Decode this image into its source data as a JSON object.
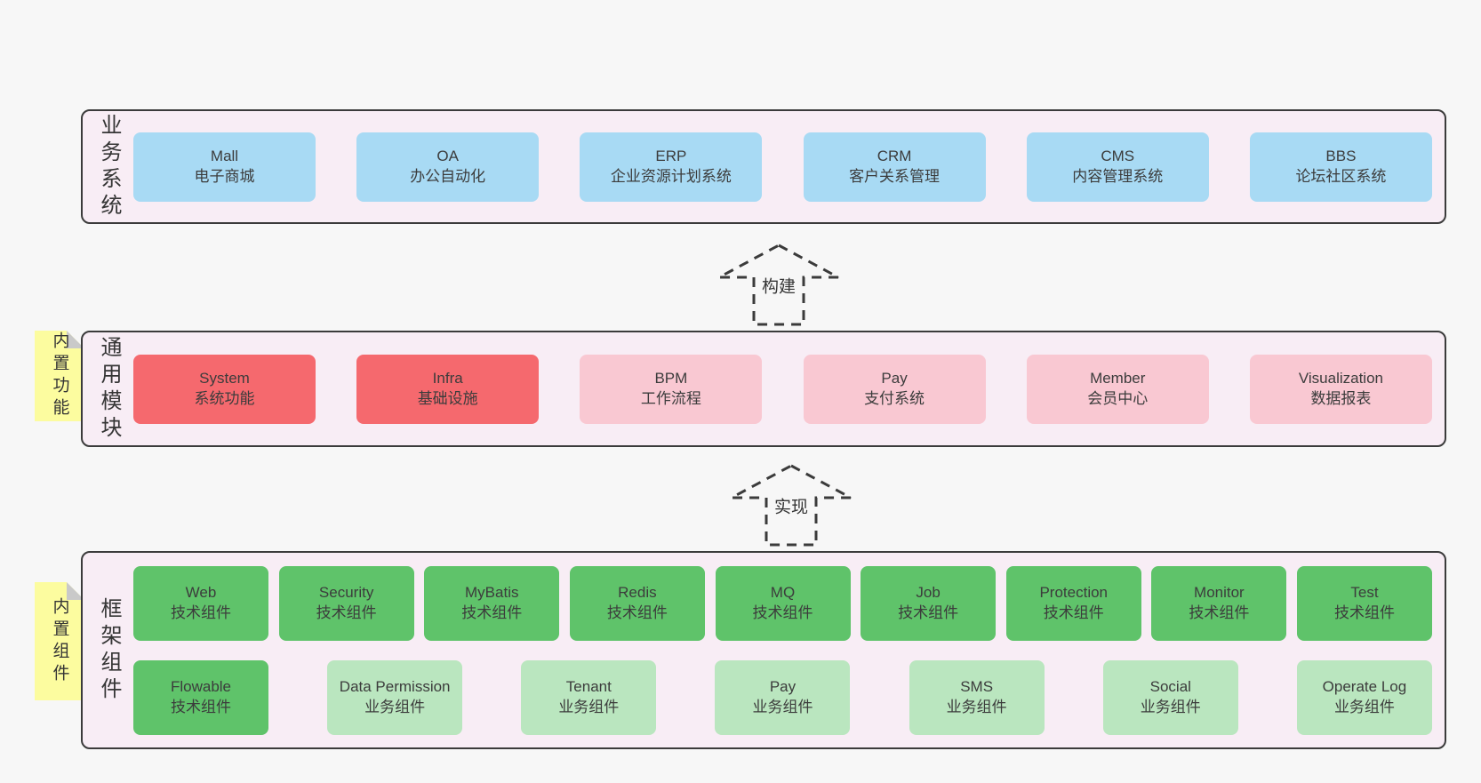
{
  "diagram": {
    "layers": {
      "business": {
        "title": "业务系统",
        "boxes": [
          {
            "title": "Mall",
            "subtitle": "电子商城",
            "variant": "blue"
          },
          {
            "title": "OA",
            "subtitle": "办公自动化",
            "variant": "blue"
          },
          {
            "title": "ERP",
            "subtitle": "企业资源计划系统",
            "variant": "blue"
          },
          {
            "title": "CRM",
            "subtitle": "客户关系管理",
            "variant": "blue"
          },
          {
            "title": "CMS",
            "subtitle": "内容管理系统",
            "variant": "blue"
          },
          {
            "title": "BBS",
            "subtitle": "论坛社区系统",
            "variant": "blue"
          }
        ]
      },
      "modules": {
        "title": "通用模块",
        "note": "内置功能",
        "boxes": [
          {
            "title": "System",
            "subtitle": "系统功能",
            "variant": "red"
          },
          {
            "title": "Infra",
            "subtitle": "基础设施",
            "variant": "red"
          },
          {
            "title": "BPM",
            "subtitle": "工作流程",
            "variant": "pink"
          },
          {
            "title": "Pay",
            "subtitle": "支付系统",
            "variant": "pink"
          },
          {
            "title": "Member",
            "subtitle": "会员中心",
            "variant": "pink"
          },
          {
            "title": "Visualization",
            "subtitle": "数据报表",
            "variant": "pink"
          }
        ]
      },
      "components": {
        "title": "框架组件",
        "note": "内置组件",
        "boxes": [
          {
            "title": "Web",
            "subtitle": "技术组件",
            "variant": "green"
          },
          {
            "title": "Security",
            "subtitle": "技术组件",
            "variant": "green"
          },
          {
            "title": "MyBatis",
            "subtitle": "技术组件",
            "variant": "green"
          },
          {
            "title": "Redis",
            "subtitle": "技术组件",
            "variant": "green"
          },
          {
            "title": "MQ",
            "subtitle": "技术组件",
            "variant": "green"
          },
          {
            "title": "Job",
            "subtitle": "技术组件",
            "variant": "green"
          },
          {
            "title": "Protection",
            "subtitle": "技术组件",
            "variant": "green"
          },
          {
            "title": "Monitor",
            "subtitle": "技术组件",
            "variant": "green"
          },
          {
            "title": "Test",
            "subtitle": "技术组件",
            "variant": "green"
          },
          {
            "title": "Flowable",
            "subtitle": "技术组件",
            "variant": "green"
          },
          {
            "title": "Data Permission",
            "subtitle": "业务组件",
            "variant": "lightgreen"
          },
          {
            "title": "Tenant",
            "subtitle": "业务组件",
            "variant": "lightgreen"
          },
          {
            "title": "Pay",
            "subtitle": "业务组件",
            "variant": "lightgreen"
          },
          {
            "title": "SMS",
            "subtitle": "业务组件",
            "variant": "lightgreen"
          },
          {
            "title": "Social",
            "subtitle": "业务组件",
            "variant": "lightgreen"
          },
          {
            "title": "Operate Log",
            "subtitle": "业务组件",
            "variant": "lightgreen"
          }
        ]
      }
    },
    "arrows": {
      "build": {
        "label": "构建"
      },
      "implement": {
        "label": "实现"
      }
    }
  },
  "colors": {
    "page-bg": "#f7f7f7",
    "container-fill": "#f8edf5",
    "container-border": "#3b3b3b",
    "box-blue": "#a8daf4",
    "box-red": "#f5696e",
    "box-pink": "#f9c8d2",
    "box-green": "#5fc36a",
    "box-lightgreen": "#bae6bf",
    "note-yellow": "#fcfc9f",
    "note-fold": "#c9c9c9",
    "text": "#3c3c3c"
  }
}
